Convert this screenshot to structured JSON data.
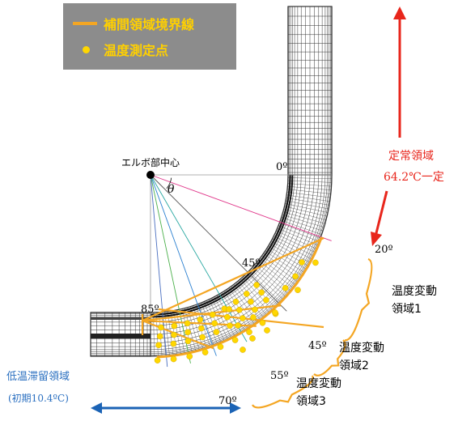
{
  "legend": {
    "interp_boundary": "補間領域境界線",
    "temp_points": "温度測定点"
  },
  "labels": {
    "elbow_center": "エルボ部中心",
    "theta": "θ",
    "angles": [
      "0º",
      "45º",
      "85º",
      "20º",
      "45º",
      "55º",
      "70º"
    ],
    "steady_region": "定常領域",
    "steady_temp": "64.2℃一定",
    "fluct_region_1": [
      "温度変動",
      "領域1"
    ],
    "fluct_region_2": [
      "温度変動",
      "領域2"
    ],
    "fluct_region_3": [
      "温度変動",
      "領域3"
    ],
    "low_temp_region": "低温滞留領域",
    "initial_temp": "(初期10.4ºC)"
  },
  "colors": {
    "orange": "#f4a623",
    "yellow": "#ffd700",
    "red": "#e8261c",
    "blue": "#1b63b5",
    "low_temp_text": "#2a6fc0",
    "mesh": "#333333"
  }
}
